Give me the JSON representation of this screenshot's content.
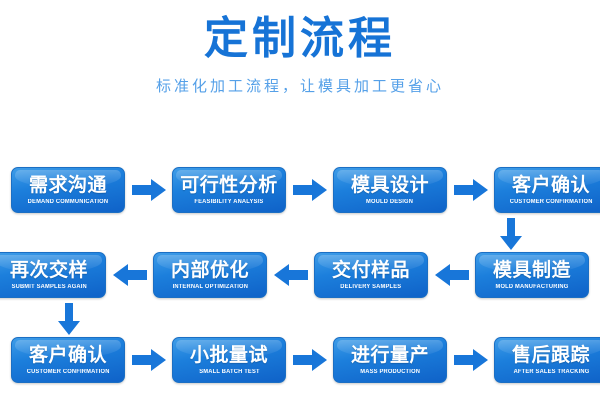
{
  "header": {
    "title": "定制流程",
    "subtitle": "标准化加工流程，让模具加工更省心",
    "title_color": "#1673d6",
    "subtitle_color": "#55a0e8"
  },
  "theme": {
    "box_gradient_start": "#3f9de8",
    "box_gradient_mid": "#1c7fdc",
    "box_gradient_end": "#0f62c8",
    "arrow_color": "#1876d9",
    "background": "#ffffff"
  },
  "flow": {
    "rows": [
      {
        "direction": "left-to-right",
        "arrow_icon": "arrow-right-icon",
        "steps": [
          {
            "cn": "需求沟通",
            "en": "DEMAND COMMUNICATION"
          },
          {
            "cn": "可行性分析",
            "en": "FEASIBILITY ANALYSIS"
          },
          {
            "cn": "模具设计",
            "en": "MOULD DESIGN"
          },
          {
            "cn": "客户确认",
            "en": "CUSTOMER CONFIRMATION"
          }
        ]
      },
      {
        "direction": "right-to-left",
        "arrow_icon": "arrow-left-icon",
        "steps": [
          {
            "cn": "模具制造",
            "en": "MOLD MANUFACTURING"
          },
          {
            "cn": "交付样品",
            "en": "DELIVERY SAMPLES"
          },
          {
            "cn": "内部优化",
            "en": "INTERNAL OPTIMIZATION"
          },
          {
            "cn": "再次交样",
            "en": "SUBMIT SAMPLES AGAIN"
          }
        ]
      },
      {
        "direction": "left-to-right",
        "arrow_icon": "arrow-right-icon",
        "steps": [
          {
            "cn": "客户确认",
            "en": "CUSTOMER CONFIRMATION"
          },
          {
            "cn": "小批量试",
            "en": "SMALL BATCH TEST"
          },
          {
            "cn": "进行量产",
            "en": "MASS PRODUCTION"
          },
          {
            "cn": "售后跟踪",
            "en": "AFTER SALES TRACKING"
          }
        ]
      }
    ],
    "connectors": [
      {
        "icon": "arrow-down-icon",
        "position": "right",
        "from": "客户确认",
        "to": "模具制造"
      },
      {
        "icon": "arrow-down-icon",
        "position": "left",
        "from": "再次交样",
        "to": "客户确认"
      }
    ]
  }
}
